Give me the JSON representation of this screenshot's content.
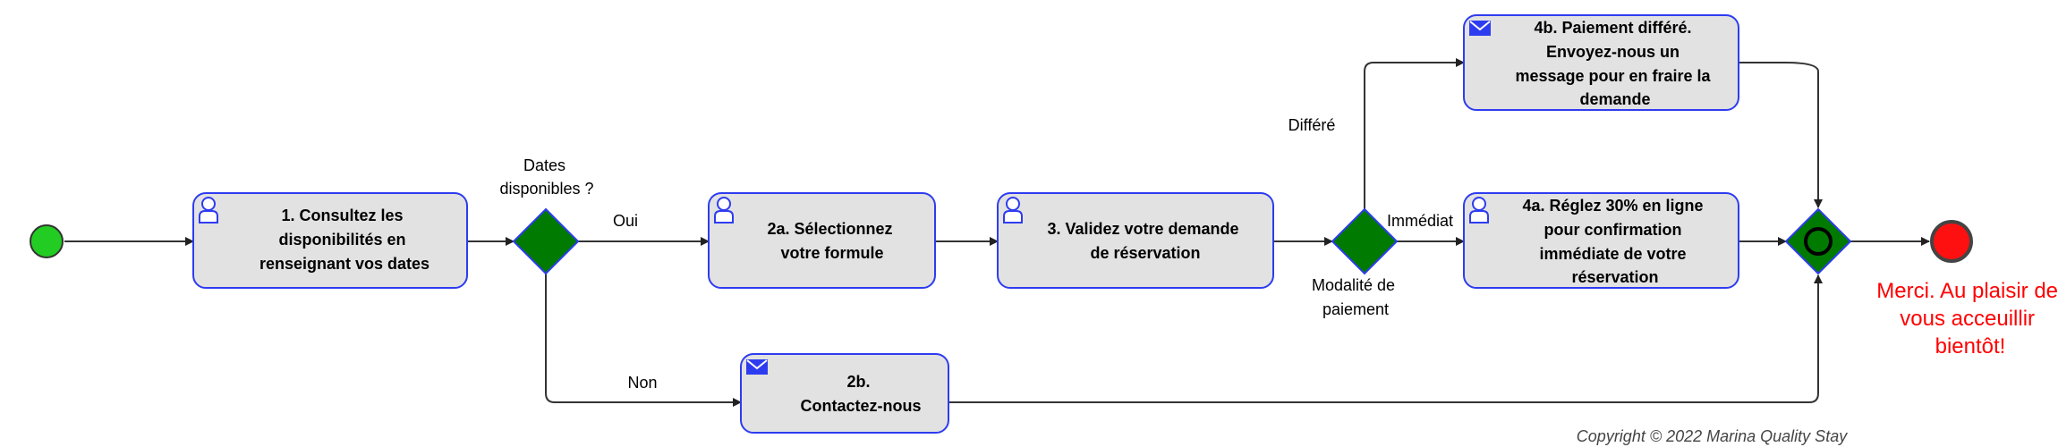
{
  "colors": {
    "task_fill": "#e2e2e2",
    "task_border": "#2e3cf0",
    "gateway_fill": "#007a00",
    "start_fill": "#22cc22",
    "end_fill": "#ff1010",
    "end_text": "#ff0000",
    "flow_line": "#333333"
  },
  "tasks": {
    "t1": {
      "icon": "user-icon",
      "lines": [
        "1. Consultez les",
        "disponibilités en",
        "renseignant vos dates"
      ]
    },
    "t2a": {
      "icon": "user-icon",
      "lines": [
        "2a. Sélectionnez",
        "votre formule"
      ]
    },
    "t2b": {
      "icon": "envelope-icon",
      "lines": [
        "2b.",
        "Contactez-nous"
      ]
    },
    "t3": {
      "icon": "user-icon",
      "lines": [
        "3. Validez votre demande",
        "de  réservation"
      ]
    },
    "t4a": {
      "icon": "user-icon",
      "lines": [
        "4a. Réglez 30% en ligne",
        "pour confirmation",
        "immédiate de votre",
        "réservation"
      ]
    },
    "t4b": {
      "icon": "envelope-icon",
      "lines": [
        "4b. Paiement différé.",
        "Envoyez-nous un",
        "message pour en fraire la",
        "demande"
      ]
    }
  },
  "gateways": {
    "dates": {
      "label_lines": [
        "Dates",
        "disponibles ?"
      ]
    },
    "payment": {
      "label_lines": [
        "Modalité de",
        "paiement"
      ]
    }
  },
  "edge_labels": {
    "oui": "Oui",
    "non": "Non",
    "differe": "Différé",
    "immediat": "Immédiat"
  },
  "end_event": {
    "label_lines": [
      "Merci. Au plaisir de",
      "vous acceuillir",
      "bientôt!"
    ]
  },
  "footer": {
    "copyright": "Copyright © 2022 Marina Quality Stay"
  }
}
